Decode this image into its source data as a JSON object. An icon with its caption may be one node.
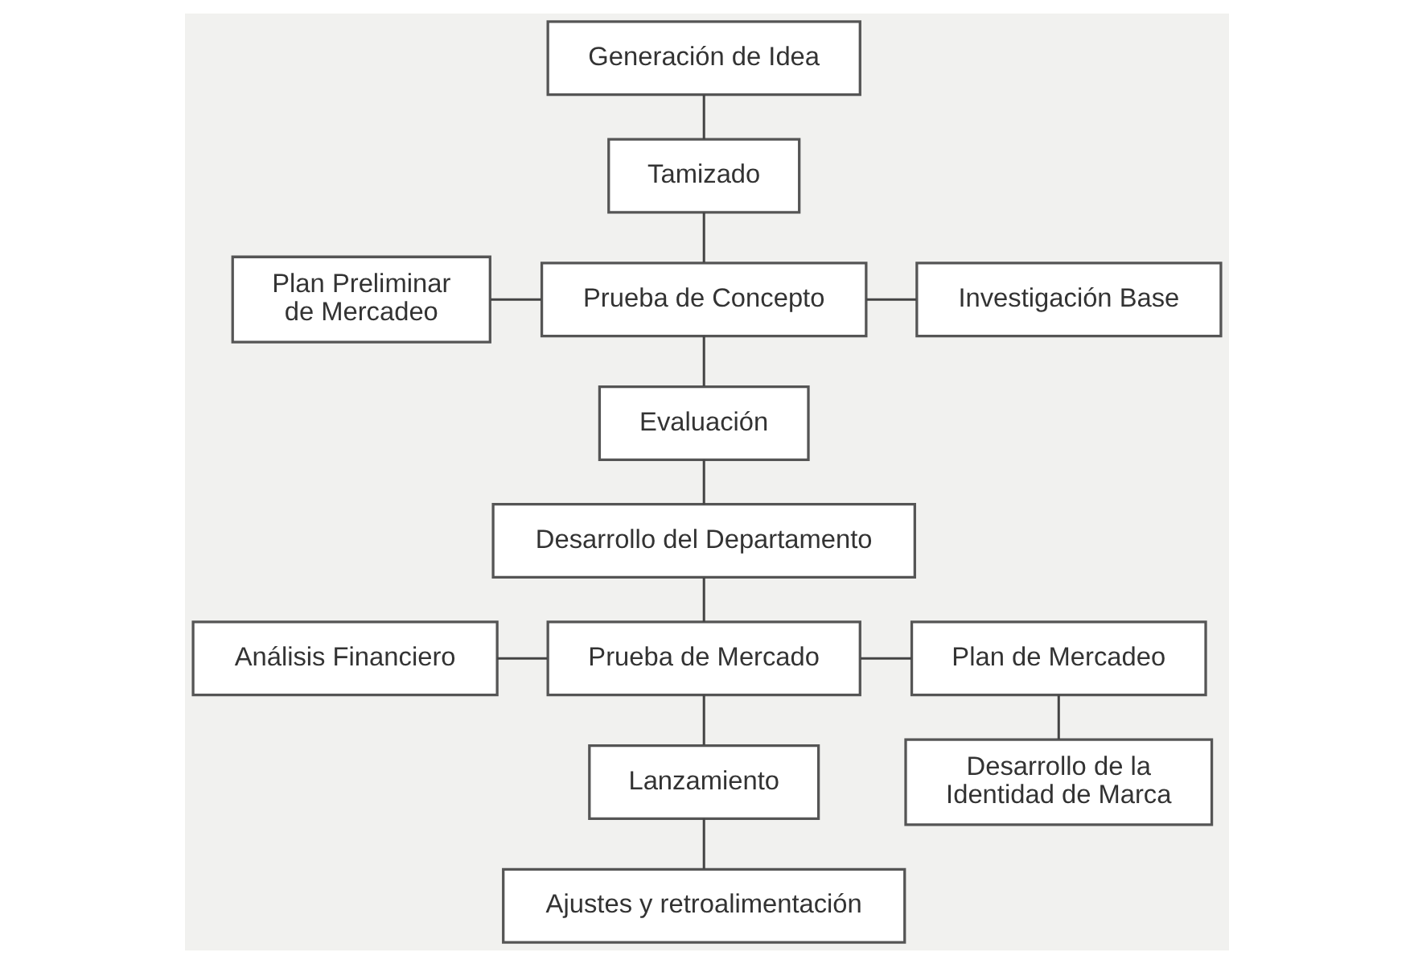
{
  "diagram": {
    "nodes": [
      {
        "text": [
          "Generación de Idea"
        ]
      },
      {
        "text": [
          "Tamizado"
        ]
      },
      {
        "text": [
          "Plan Preliminar de Mercadeo"
        ]
      },
      {
        "text": [
          "Prueba de Concepto"
        ]
      },
      {
        "text": [
          "Investigación Base"
        ]
      },
      {
        "text": [
          "Evaluación"
        ]
      },
      {
        "text": [
          "Desarrollo del Departamento"
        ]
      },
      {
        "text": [
          "Análisis Financiero"
        ]
      },
      {
        "text": [
          "Prueba de Mercado"
        ]
      },
      {
        "text": [
          "Plan de Mercadeo"
        ]
      },
      {
        "text": [
          "Lanzamiento"
        ]
      },
      {
        "text": [
          "Desarrollo de la Identidad de Marca"
        ]
      },
      {
        "text": [
          "Ajustes y retroalimentación"
        ]
      }
    ],
    "edges": [
      {
        "from": 0,
        "to": 1,
        "arrow": "none"
      },
      {
        "from": 1,
        "to": 3,
        "arrow": "none"
      },
      {
        "from": 2,
        "to": 3,
        "arrow": "none"
      },
      {
        "from": 3,
        "to": 4,
        "arrow": "none"
      },
      {
        "from": 3,
        "to": 5,
        "arrow": "none"
      },
      {
        "from": 5,
        "to": 6,
        "arrow": "none"
      },
      {
        "from": 6,
        "to": 8,
        "arrow": "none"
      },
      {
        "from": 7,
        "to": 8,
        "arrow": "none"
      },
      {
        "from": 8,
        "to": 9,
        "arrow": "none"
      },
      {
        "from": 8,
        "to": 10,
        "arrow": "none"
      },
      {
        "from": 9,
        "to": 11,
        "arrow": "none"
      },
      {
        "from": 10,
        "to": 12,
        "arrow": "none"
      }
    ]
  }
}
